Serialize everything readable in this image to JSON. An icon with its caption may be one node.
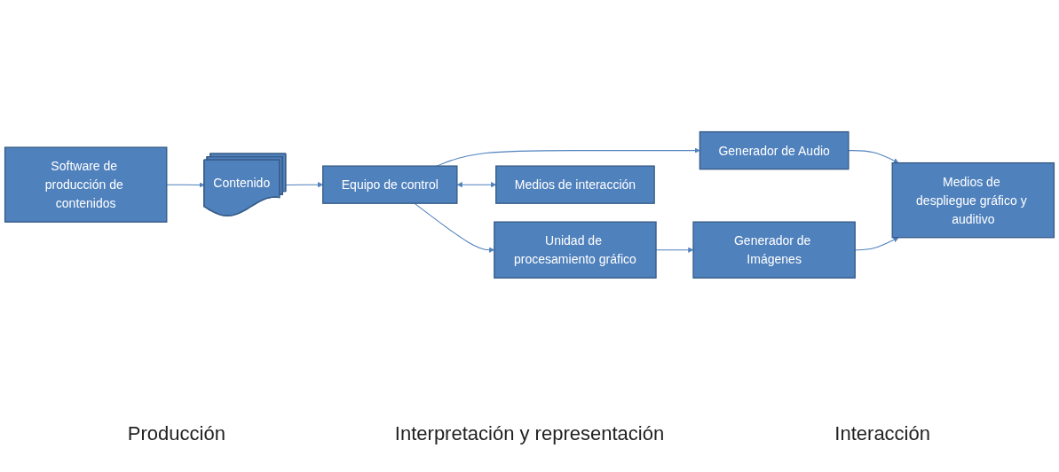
{
  "diagram": {
    "nodes": [
      {
        "text": [
          "Software de producción de contenidos"
        ]
      },
      {
        "text": [
          "Contenido"
        ]
      },
      {
        "text": [
          "Equipo de control"
        ]
      },
      {
        "text": [
          "Generador de Audio"
        ]
      },
      {
        "text": [
          "Unidad de procesamiento gráfico"
        ]
      },
      {
        "text": [
          "Generador de Imágenes"
        ]
      },
      {
        "text": [
          "Medios de interacción"
        ]
      },
      {
        "text": [
          "Medios de despliegue gráfico y auditivo"
        ]
      }
    ],
    "edges": [
      {
        "from": 0,
        "to": 1,
        "arrow": "to"
      },
      {
        "from": 1,
        "to": 2,
        "arrow": "to"
      },
      {
        "from": 2,
        "to": 3,
        "arrow": "to"
      },
      {
        "from": 2,
        "to": 4,
        "arrow": "to"
      },
      {
        "from": 4,
        "to": 5,
        "arrow": "to"
      },
      {
        "from": 2,
        "to": 6,
        "arrow": "both"
      },
      {
        "from": 3,
        "to": 7,
        "arrow": "to"
      },
      {
        "from": 5,
        "to": 7,
        "arrow": "to"
      }
    ],
    "labels": [
      "Producción",
      "Interpretación y representación",
      "Interacción"
    ]
  }
}
